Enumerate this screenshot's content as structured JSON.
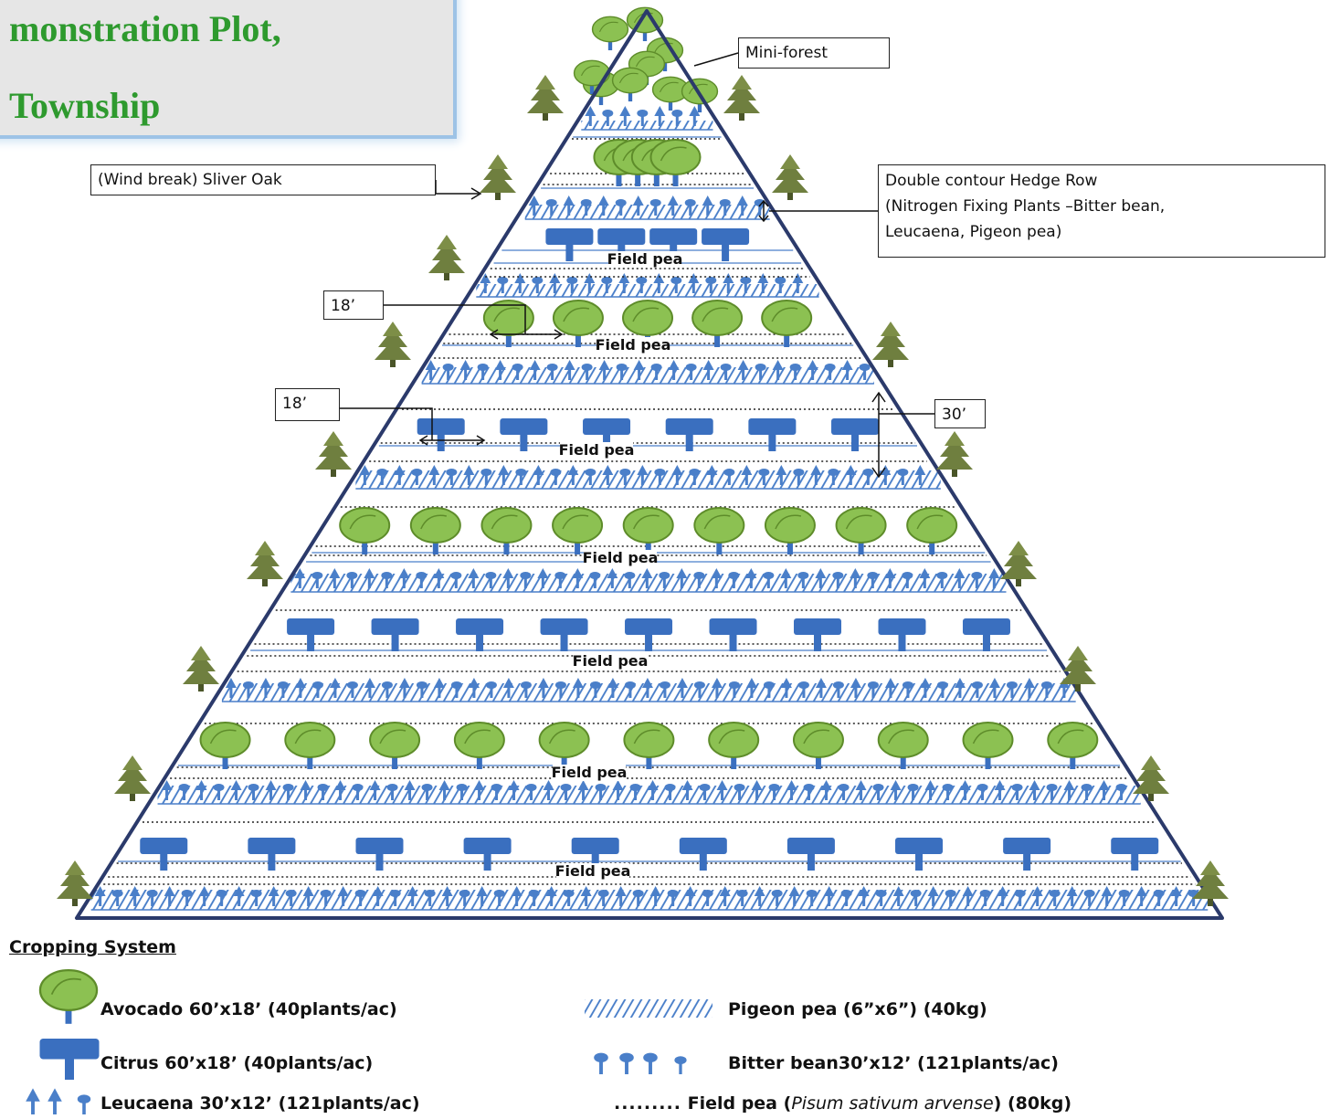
{
  "title": {
    "line1": "monstration Plot,",
    "line2": "Township"
  },
  "callouts": {
    "mini_forest": "Mini-forest",
    "wind_break": "(Wind break) Sliver Oak",
    "hedge_row_line1": "Double contour Hedge Row",
    "hedge_row_line2": "(Nitrogen Fixing Plants –Bitter bean,",
    "hedge_row_line3": "Leucaena, Pigeon pea)",
    "spacing_a": "18’",
    "spacing_b": "18’",
    "spacing_c": "30’"
  },
  "field_label": "Field pea",
  "legend": {
    "title": "Cropping System",
    "avocado": "Avocado 60’x18’ (40plants/ac)",
    "citrus": "Citrus 60’x18’ (40plants/ac)",
    "leucaena": "Leucaena 30’x12’ (121plants/ac)",
    "pigeon_pea": "Pigeon pea (6”x6”) (40kg)",
    "bitter_bean": "Bitter bean30’x12’ (121plants/ac)",
    "field_pea_prefix": "Field pea (",
    "field_pea_species": "Pisum sativum arvense",
    "field_pea_suffix": ") (80kg)"
  },
  "colors": {
    "avocado_green": "#8cc152",
    "avocado_dark": "#5e8c2a",
    "citrus_blue": "#3a6fbf",
    "hedge_blue": "#4a7fc9",
    "pine_green": "#6f7f3f",
    "outline": "#2b3a6b",
    "title_green": "#2e9a2e"
  }
}
